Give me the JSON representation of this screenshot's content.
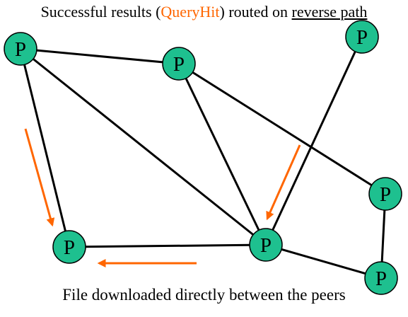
{
  "top_caption": {
    "before": "Successful results (",
    "highlight": "QueryHit",
    "middle": ") routed on ",
    "underlined": "reverse path"
  },
  "bottom_caption": "File downloaded directly between the peers",
  "node_label": "P",
  "colors": {
    "node_fill": "#1ec08f",
    "arrow": "#ff6600",
    "edge": "#000000"
  },
  "nodes": [
    {
      "id": "n1",
      "label": "P"
    },
    {
      "id": "n2",
      "label": "P"
    },
    {
      "id": "n3",
      "label": "P"
    },
    {
      "id": "n4",
      "label": "P"
    },
    {
      "id": "n5",
      "label": "P"
    },
    {
      "id": "n6",
      "label": "P"
    },
    {
      "id": "n7",
      "label": "P"
    }
  ],
  "edges": [
    [
      "n1",
      "n2"
    ],
    [
      "n1",
      "n4"
    ],
    [
      "n1",
      "n5"
    ],
    [
      "n2",
      "n5"
    ],
    [
      "n2",
      "n6"
    ],
    [
      "n3",
      "n5"
    ],
    [
      "n4",
      "n5"
    ],
    [
      "n5",
      "n7"
    ],
    [
      "n6",
      "n7"
    ]
  ]
}
